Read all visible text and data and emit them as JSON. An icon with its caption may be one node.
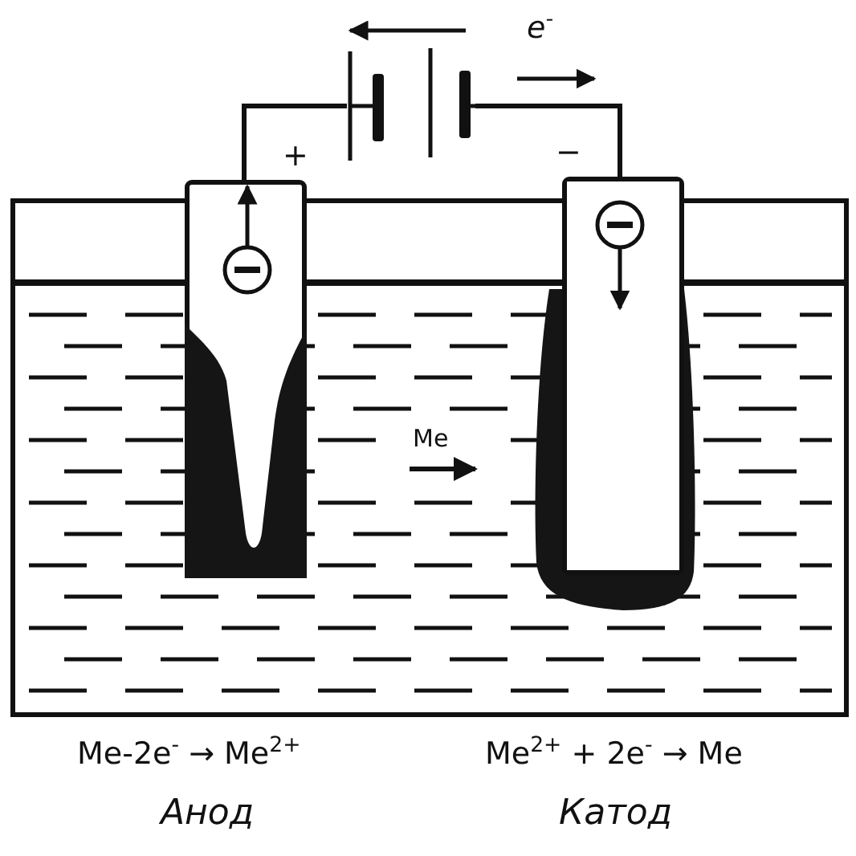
{
  "diagram": {
    "nodes": [
      {
        "text": [],
        "shape": "battery"
      },
      {
        "text": [],
        "shape": "bar"
      },
      {
        "text": [],
        "shape": "bar"
      }
    ],
    "edges": [
      {
        "from": 0,
        "to": 1,
        "arrow": "none"
      },
      {
        "from": 0,
        "to": 2,
        "arrow": "none"
      }
    ],
    "labels": [
      "e$^{-}$",
      "+",
      "−",
      "Me",
      "Me-2e$^{-}$ → Me$^{2+}$",
      "Me$^{2+}$ + 2e$^{-}$ → Me",
      "Анод",
      "Катод"
    ]
  }
}
